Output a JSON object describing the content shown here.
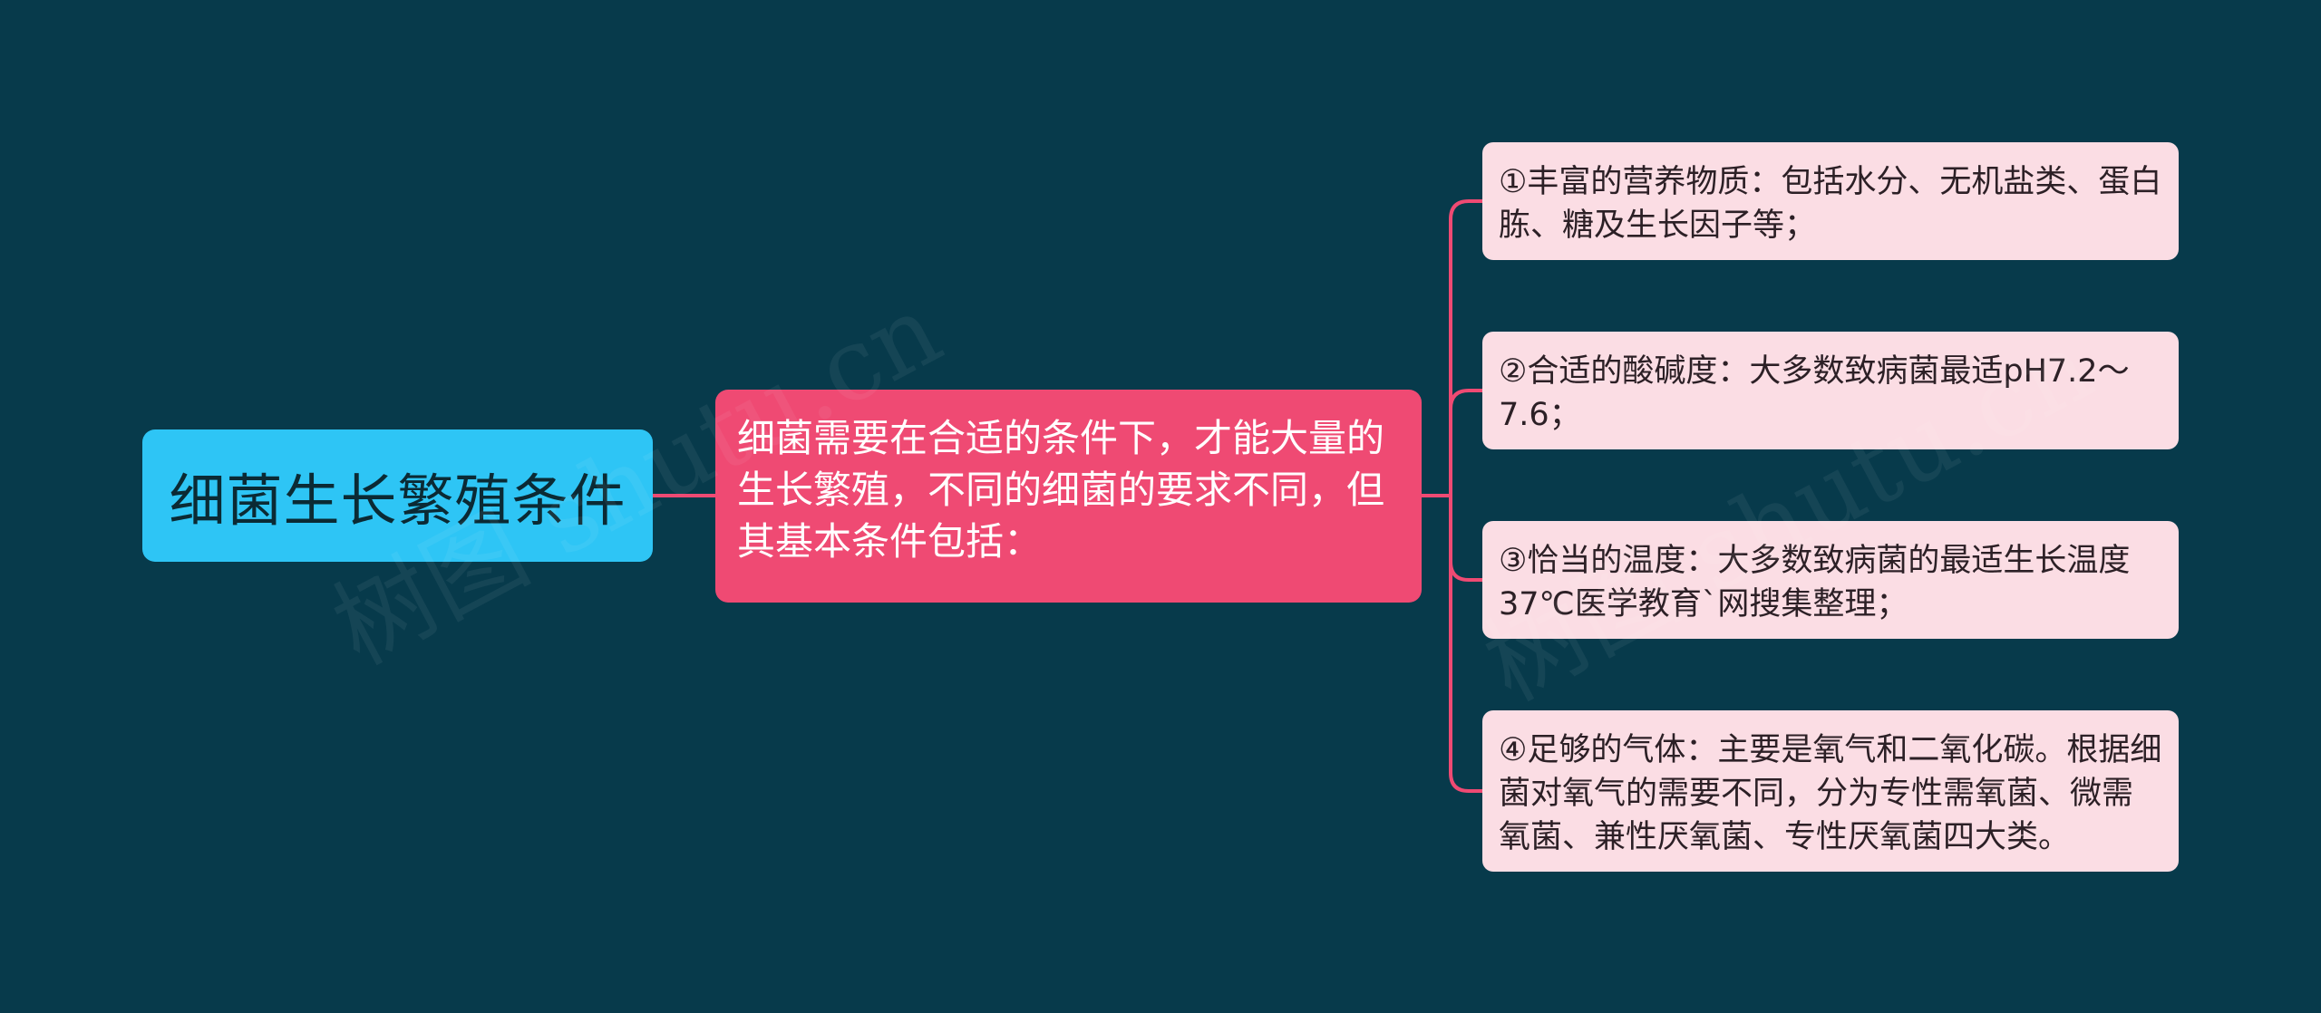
{
  "colors": {
    "background": "#073a4b",
    "root": "#2ec5f5",
    "mid": "#ef4a73",
    "leaf": "#fbdde4",
    "connector": "#ef4a73"
  },
  "diagram": {
    "root": "细菌生长繁殖条件",
    "mid": "细菌需要在合适的条件下，才能大量的生长繁殖，不同的细菌的要求不同，但其基本条件包括：",
    "leaves": [
      "①丰富的营养物质：包括水分、无机盐类、蛋白胨、糖及生长因子等；",
      "②合适的酸碱度：大多数致病菌最适pH7.2～7.6；",
      "③恰当的温度：大多数致病菌的最适生长温度37℃医学教育`网搜集整理；",
      "④足够的气体：主要是氧气和二氧化碳。根据细菌对氧气的需要不同，分为专性需氧菌、微需氧菌、兼性厌氧菌、专性厌氧菌四大类。"
    ]
  },
  "watermark": "树图 shutu.cn"
}
